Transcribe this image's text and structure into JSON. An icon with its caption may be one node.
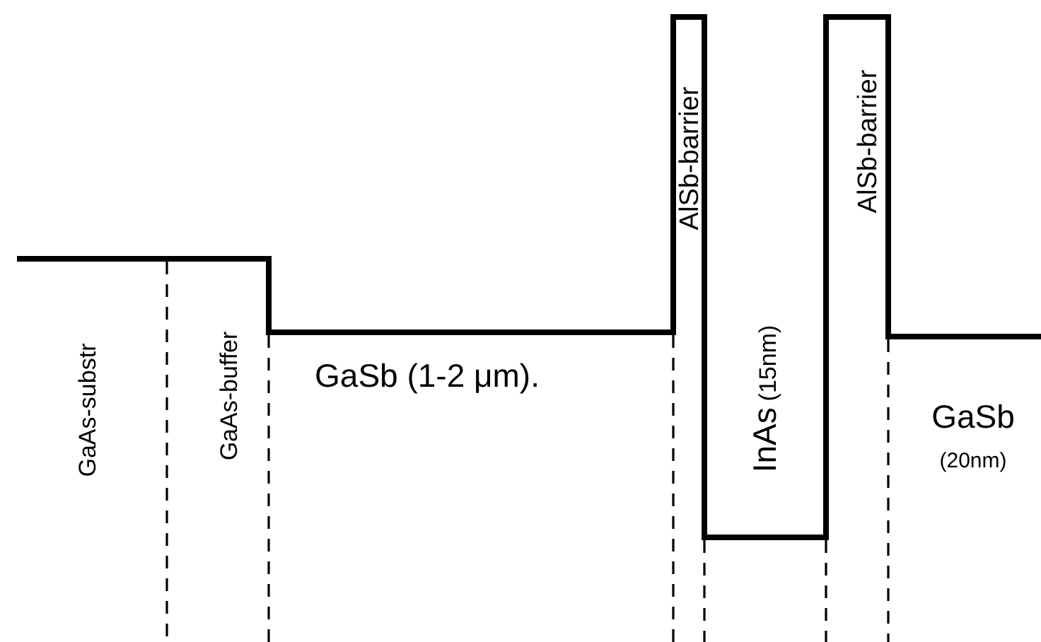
{
  "diagram": {
    "labels": [
      "GaAs-substr",
      "GaAs-buffer",
      "GaSb (1-2 μm).",
      "AlSb-barrier",
      "InAs",
      "(15nm)",
      "AlSb-barrier",
      "GaSb",
      "(20nm)"
    ]
  }
}
